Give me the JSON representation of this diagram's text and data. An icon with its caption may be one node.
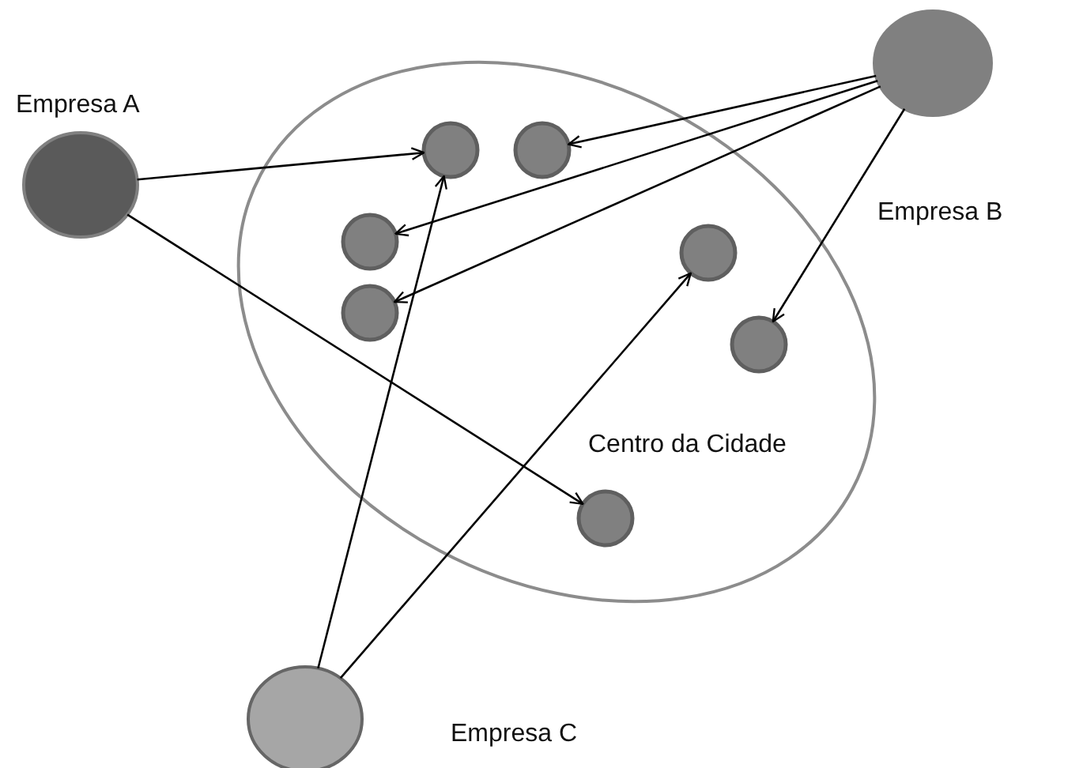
{
  "diagram": {
    "nodes": [
      {
        "text": [
          "Empresa A"
        ]
      },
      {
        "text": [
          "Empresa B"
        ]
      },
      {
        "text": [
          "Centro da Cidade"
        ]
      },
      {
        "text": [],
        "shape": "circle",
        "in": 2
      },
      {
        "text": [],
        "shape": "circle",
        "in": 2
      },
      {
        "text": [],
        "shape": "circle",
        "in": 2
      },
      {
        "text": [],
        "shape": "circle",
        "in": 2
      },
      {
        "text": [],
        "shape": "circle",
        "in": 2
      },
      {
        "text": [],
        "shape": "circle",
        "in": 2
      },
      {
        "text": [],
        "shape": "circle",
        "in": 2
      },
      {
        "text": [
          "Empresa C"
        ]
      }
    ],
    "edges": [
      {
        "from": 0,
        "to": 3,
        "arrow": "to"
      },
      {
        "from": 0,
        "to": 9,
        "arrow": "to"
      },
      {
        "from": 1,
        "to": 4,
        "arrow": "to"
      },
      {
        "from": 1,
        "to": 5,
        "arrow": "to"
      },
      {
        "from": 1,
        "to": 6,
        "arrow": "to"
      },
      {
        "from": 1,
        "to": 8,
        "arrow": "to"
      },
      {
        "from": 10,
        "to": 3,
        "arrow": "to"
      },
      {
        "from": 10,
        "to": 7,
        "arrow": "to"
      }
    ]
  }
}
